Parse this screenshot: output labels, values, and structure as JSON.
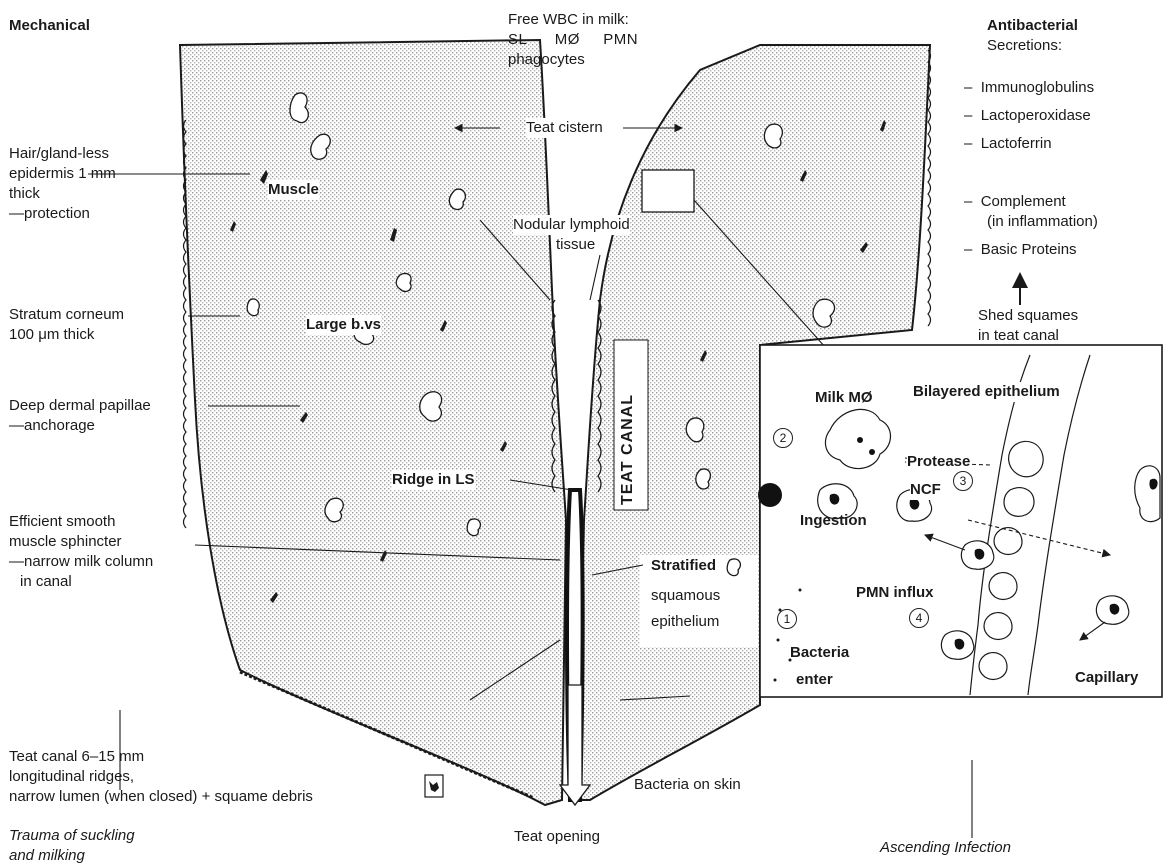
{
  "left_labels": {
    "heading": "Mechanical",
    "hair_1": "Hair/gland-less",
    "hair_2": "epidermis  1 mm",
    "hair_3": "thick",
    "hair_4": "—protection",
    "stratum_1": "Stratum corneum",
    "stratum_2": "100 μm thick",
    "papillae_1": "Deep dermal papillae",
    "papillae_2": "—anchorage",
    "sphincter_1": "Efficient smooth",
    "sphincter_2": "muscle sphincter",
    "sphincter_3": "—narrow milk column",
    "sphincter_4": "in canal",
    "canal_1": "Teat canal 6–15 mm",
    "canal_2": "longitudinal ridges,",
    "canal_3": "narrow lumen (when closed) + squame debris",
    "trauma_1": "Trauma of suckling",
    "trauma_2": "and milking"
  },
  "top_labels": {
    "wbc_1": "Free WBC in milk:",
    "wbc_2": "SL      MØ     PMN",
    "wbc_3": "phagocytes",
    "teat_cistern": "Teat cistern",
    "muscle": "Muscle",
    "nodular_1": "Nodular lymphoid",
    "nodular_2": "tissue",
    "large_bvs": "Large b.vs",
    "teat_canal": "TEAT CANAL",
    "ridge": "Ridge in LS",
    "stratified_1": "Stratified",
    "stratified_2": "squamous",
    "stratified_3": "epithelium",
    "bacteria_skin": "Bacteria on skin",
    "teat_opening": "Teat opening"
  },
  "right_labels": {
    "heading": "Antibacterial",
    "secretions": "Secretions:",
    "items": [
      "Immunoglobulins",
      "Lactoperoxidase",
      "Lactoferrin"
    ],
    "complement_1": "Complement",
    "complement_2": "(in inflammation)",
    "basic": "Basic Proteins",
    "shed_1": "Shed squames",
    "shed_2": "in teat canal",
    "ascending": "Ascending Infection"
  },
  "inset": {
    "milk_mo": "Milk MØ",
    "bilayered": "Bilayered epithelium",
    "protease": "Protease",
    "ncf": "NCF",
    "ingestion": "Ingestion",
    "pmn_influx": "PMN influx",
    "bacteria_1": "Bacteria",
    "bacteria_2": "enter",
    "capillary": "Capillary",
    "n1": "1",
    "n2": "2",
    "n3": "3",
    "n4": "4"
  }
}
